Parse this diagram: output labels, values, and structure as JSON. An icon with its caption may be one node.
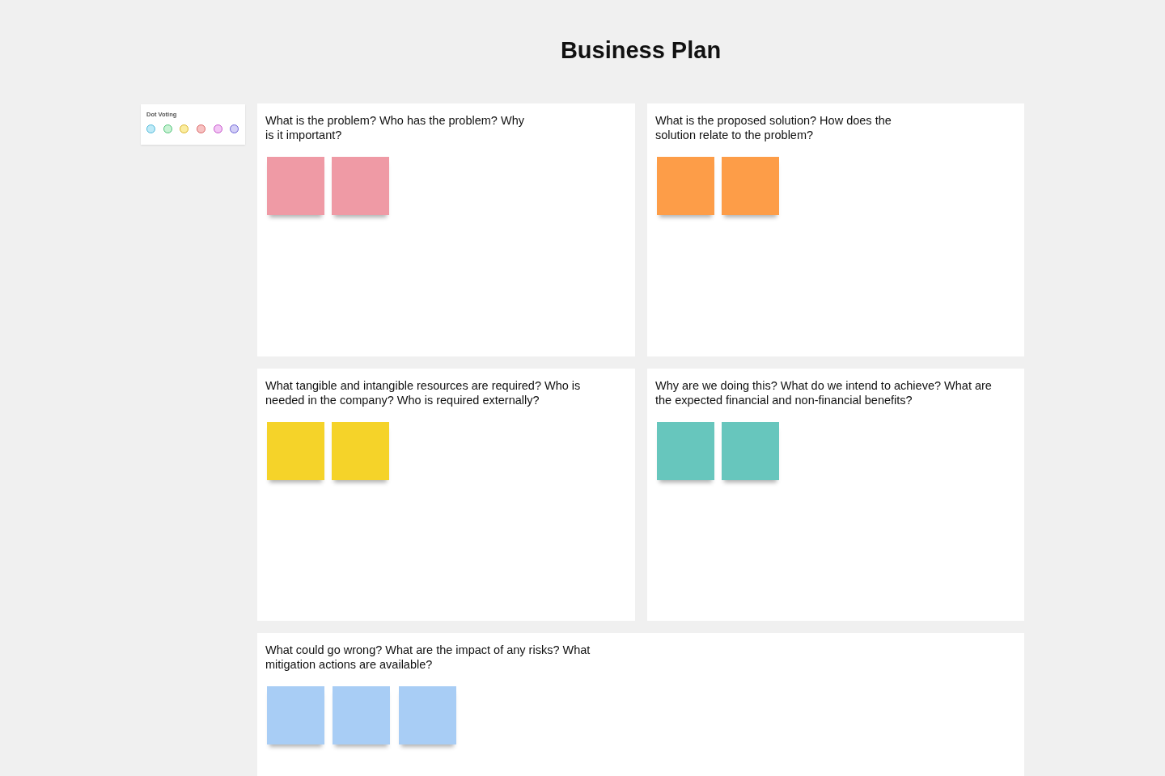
{
  "diagram": {
    "title": "Business Plan",
    "nodes": [
      {
        "text": [
          "Dot Voting"
        ]
      },
      {
        "text": [],
        "shape": "circle",
        "in": 0
      },
      {
        "text": [],
        "shape": "circle",
        "in": 0
      },
      {
        "text": [],
        "shape": "circle",
        "in": 0
      },
      {
        "text": [],
        "shape": "circle",
        "in": 0
      },
      {
        "text": [],
        "shape": "circle",
        "in": 0
      },
      {
        "text": [],
        "shape": "circle",
        "in": 0
      },
      {
        "text": [
          "What is the problem? Who has the problem? Why is it important?"
        ]
      },
      {
        "text": [],
        "shape": "box",
        "in": 7
      },
      {
        "text": [],
        "shape": "box",
        "in": 7
      },
      {
        "text": [
          "What is the proposed solution? How does the solution relate to the problem?"
        ]
      },
      {
        "text": [],
        "shape": "box",
        "in": 10
      },
      {
        "text": [],
        "shape": "box",
        "in": 10
      },
      {
        "text": [
          "What tangible and intangible resources are required? Who is needed in the company? Who is required externally?"
        ]
      },
      {
        "text": [],
        "shape": "box",
        "in": 13
      },
      {
        "text": [],
        "shape": "box",
        "in": 13
      },
      {
        "text": [
          "Why are we doing this? What do we intend to achieve? What are the expected financial and non-financial benefits?"
        ]
      },
      {
        "text": [],
        "shape": "box",
        "in": 16
      },
      {
        "text": [],
        "shape": "box",
        "in": 16
      },
      {
        "text": [
          "What could go wrong? What are the impact of any risks? What mitigation actions are available?"
        ]
      },
      {
        "text": [],
        "shape": "box",
        "in": 19
      },
      {
        "text": [],
        "shape": "box",
        "in": 19
      },
      {
        "text": [],
        "shape": "box",
        "in": 19
      }
    ],
    "edges": []
  }
}
